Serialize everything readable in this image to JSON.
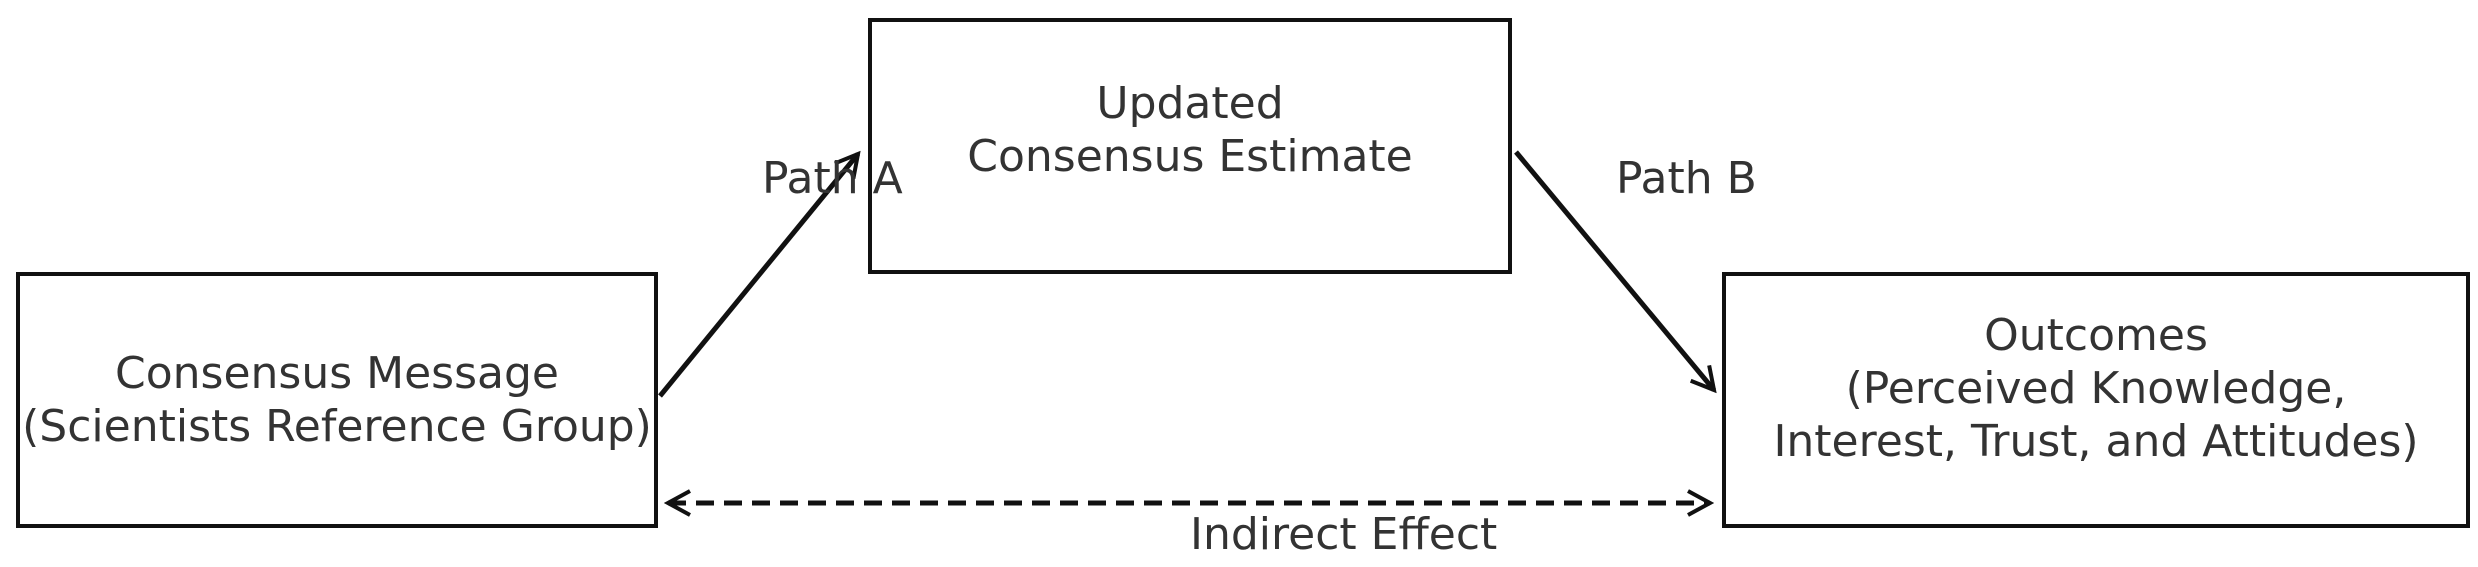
{
  "nodes": {
    "message": {
      "line1": "Consensus Message",
      "line2": "(Scientists Reference Group)"
    },
    "estimate": {
      "line1": "Updated",
      "line2": "Consensus Estimate"
    },
    "outcomes": {
      "line1": "Outcomes",
      "line2": "(Perceived Knowledge,",
      "line3": "Interest, Trust, and Attitudes)"
    }
  },
  "edges": {
    "path_a": "Path A",
    "path_b": "Path B",
    "indirect": "Indirect Effect"
  },
  "colors": {
    "stroke": "#111111",
    "text": "#333333"
  }
}
